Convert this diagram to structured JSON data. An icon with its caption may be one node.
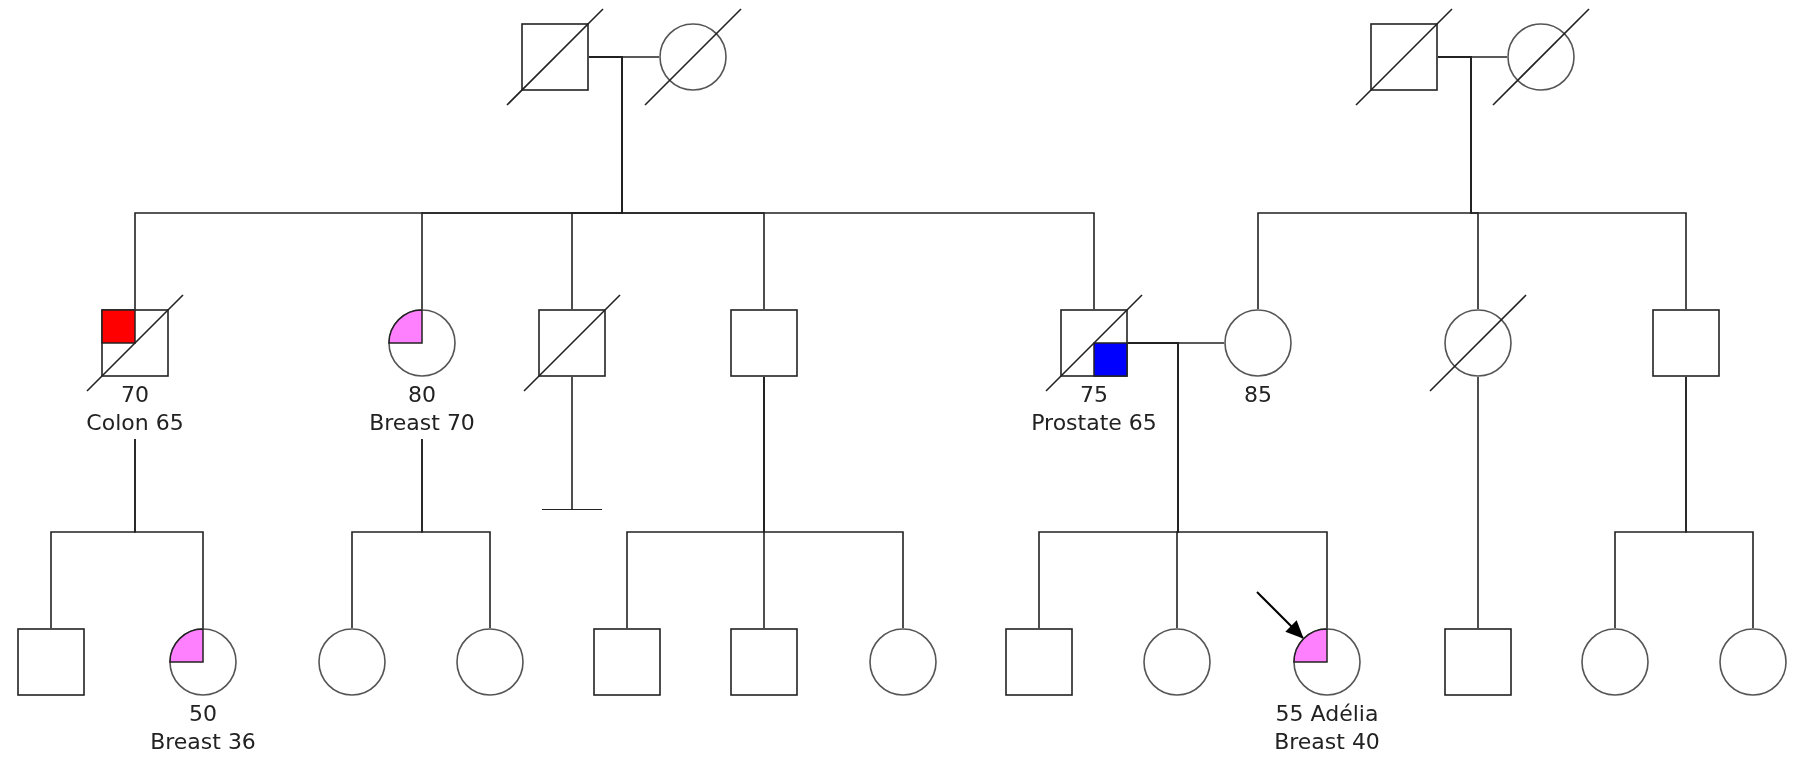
{
  "diagram": {
    "nodes": [
      {
        "text": [],
        "shape": "box"
      },
      {
        "text": [],
        "shape": "circle"
      },
      {
        "text": [],
        "shape": "box"
      },
      {
        "text": [],
        "shape": "circle"
      },
      {
        "text": [],
        "shape": "box",
        "beside": [
          "70",
          "Colon 65"
        ]
      },
      {
        "text": [],
        "shape": "circle",
        "beside": [
          "80",
          "Breast 70"
        ]
      },
      {
        "text": [],
        "shape": "box"
      },
      {
        "text": [],
        "shape": "box"
      },
      {
        "text": [],
        "shape": "box",
        "beside": [
          "75",
          "Prostate 65"
        ]
      },
      {
        "text": [],
        "shape": "circle",
        "beside": [
          "85"
        ]
      },
      {
        "text": [],
        "shape": "circle"
      },
      {
        "text": [],
        "shape": "box"
      },
      {
        "text": [],
        "shape": "box"
      },
      {
        "text": [],
        "shape": "circle",
        "beside": [
          "50",
          "Breast 36"
        ]
      },
      {
        "text": [],
        "shape": "circle"
      },
      {
        "text": [],
        "shape": "circle"
      },
      {
        "text": [],
        "shape": "box"
      },
      {
        "text": [],
        "shape": "box"
      },
      {
        "text": [],
        "shape": "circle"
      },
      {
        "text": [],
        "shape": "box"
      },
      {
        "text": [],
        "shape": "circle"
      },
      {
        "text": [],
        "shape": "circle",
        "beside": [
          "55 Adélia",
          "Breast 40"
        ]
      },
      {
        "text": [],
        "shape": "box"
      },
      {
        "text": [],
        "shape": "circle"
      },
      {
        "text": [],
        "shape": "circle"
      }
    ],
    "edges": [
      {
        "from": 0,
        "to": 1,
        "arrow": "none"
      },
      {
        "from": 2,
        "to": 3,
        "arrow": "none"
      },
      {
        "from": 0,
        "to": 4,
        "arrow": "none"
      },
      {
        "from": 0,
        "to": 5,
        "arrow": "none"
      },
      {
        "from": 0,
        "to": 6,
        "arrow": "none"
      },
      {
        "from": 0,
        "to": 7,
        "arrow": "none"
      },
      {
        "from": 0,
        "to": 8,
        "arrow": "none"
      },
      {
        "from": 2,
        "to": 9,
        "arrow": "none"
      },
      {
        "from": 2,
        "to": 10,
        "arrow": "none"
      },
      {
        "from": 2,
        "to": 11,
        "arrow": "none"
      },
      {
        "from": 8,
        "to": 9,
        "arrow": "none"
      },
      {
        "from": 4,
        "to": 12,
        "arrow": "none"
      },
      {
        "from": 4,
        "to": 13,
        "arrow": "none"
      },
      {
        "from": 5,
        "to": 14,
        "arrow": "none"
      },
      {
        "from": 5,
        "to": 15,
        "arrow": "none"
      },
      {
        "from": 6,
        "to": null,
        "arrow": "other"
      },
      {
        "from": 7,
        "to": 16,
        "arrow": "none"
      },
      {
        "from": 7,
        "to": 17,
        "arrow": "none"
      },
      {
        "from": 7,
        "to": 18,
        "arrow": "none"
      },
      {
        "from": 8,
        "to": 19,
        "arrow": "none"
      },
      {
        "from": 8,
        "to": 20,
        "arrow": "none"
      },
      {
        "from": 8,
        "to": 21,
        "arrow": "none"
      },
      {
        "from": 10,
        "to": 22,
        "arrow": "none"
      },
      {
        "from": 11,
        "to": 23,
        "arrow": "none"
      },
      {
        "from": 11,
        "to": 24,
        "arrow": "none"
      },
      {
        "from": null,
        "to": 21,
        "arrow": "to"
      }
    ]
  }
}
